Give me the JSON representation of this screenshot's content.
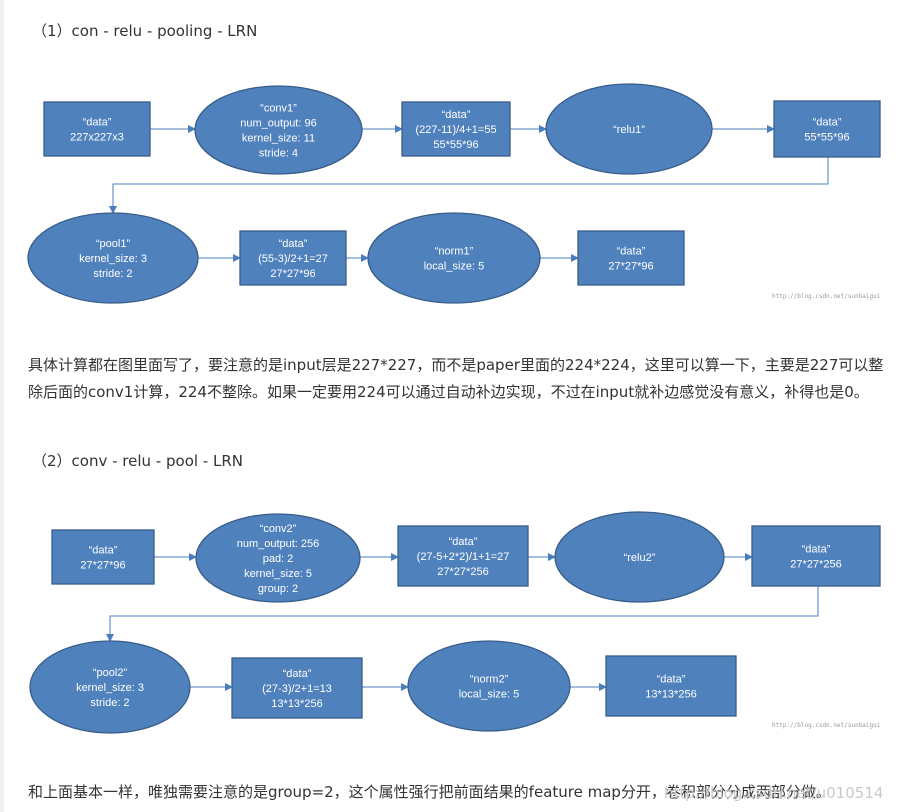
{
  "section1": {
    "heading": "（1）con - relu - pooling - LRN",
    "row1": [
      {
        "shape": "rect",
        "lines": [
          "“data”",
          "227x227x3"
        ]
      },
      {
        "shape": "ellipse",
        "lines": [
          "“conv1”",
          "num_output: 96",
          "kernel_size: 11",
          "stride: 4"
        ]
      },
      {
        "shape": "rect",
        "lines": [
          "“data”",
          "(227-11)/4+1=55",
          "55*55*96"
        ]
      },
      {
        "shape": "ellipse",
        "lines": [
          "“relu1”"
        ]
      },
      {
        "shape": "rect",
        "lines": [
          "“data”",
          "55*55*96"
        ]
      }
    ],
    "row2": [
      {
        "shape": "ellipse",
        "lines": [
          "“pool1”",
          "kernel_size: 3",
          "stride: 2"
        ]
      },
      {
        "shape": "rect",
        "lines": [
          "“data”",
          "(55-3)/2+1=27",
          "27*27*96"
        ]
      },
      {
        "shape": "ellipse",
        "lines": [
          "“norm1”",
          "local_size: 5"
        ]
      },
      {
        "shape": "rect",
        "lines": [
          "“data”",
          "27*27*96"
        ]
      }
    ],
    "watermark": "http://blog.csdn.net/sunbaigui",
    "paragraph": "具体计算都在图里面写了，要注意的是input层是227*227，而不是paper里面的224*224，这里可以算一下，主要是227可以整除后面的conv1计算，224不整除。如果一定要用224可以通过自动补边实现，不过在input就补边感觉没有意义，补得也是0。"
  },
  "section2": {
    "heading": "（2）conv - relu - pool - LRN",
    "row1": [
      {
        "shape": "rect",
        "lines": [
          "“data”",
          "27*27*96"
        ]
      },
      {
        "shape": "ellipse",
        "lines": [
          "“conv2”",
          "num_output: 256",
          "pad: 2",
          "kernel_size: 5",
          "group: 2"
        ]
      },
      {
        "shape": "rect",
        "lines": [
          "“data”",
          "(27-5+2*2)/1+1=27",
          "27*27*256"
        ]
      },
      {
        "shape": "ellipse",
        "lines": [
          "“relu2”"
        ]
      },
      {
        "shape": "rect",
        "lines": [
          "“data”",
          "27*27*256"
        ]
      }
    ],
    "row2": [
      {
        "shape": "ellipse",
        "lines": [
          "“pool2”",
          "kernel_size: 3",
          "stride: 2"
        ]
      },
      {
        "shape": "rect",
        "lines": [
          "“data”",
          "(27-3)/2+1=13",
          "13*13*256"
        ]
      },
      {
        "shape": "ellipse",
        "lines": [
          "“norm2”",
          "local_size: 5"
        ]
      },
      {
        "shape": "rect",
        "lines": [
          "“data”",
          "13*13*256"
        ]
      }
    ],
    "watermark": "http://blog.csdn.net/sunbaigui",
    "paragraph": "和上面基本一样，唯独需要注意的是group=2，这个属性强行把前面结果的feature map分开，卷积部分分成两部分做。",
    "overlay_watermark": "http://blog.csdn.net/u010514"
  },
  "colors": {
    "node_fill": "#4f81bd",
    "node_stroke": "#385d8a",
    "arrow": "#4a7ebb"
  }
}
